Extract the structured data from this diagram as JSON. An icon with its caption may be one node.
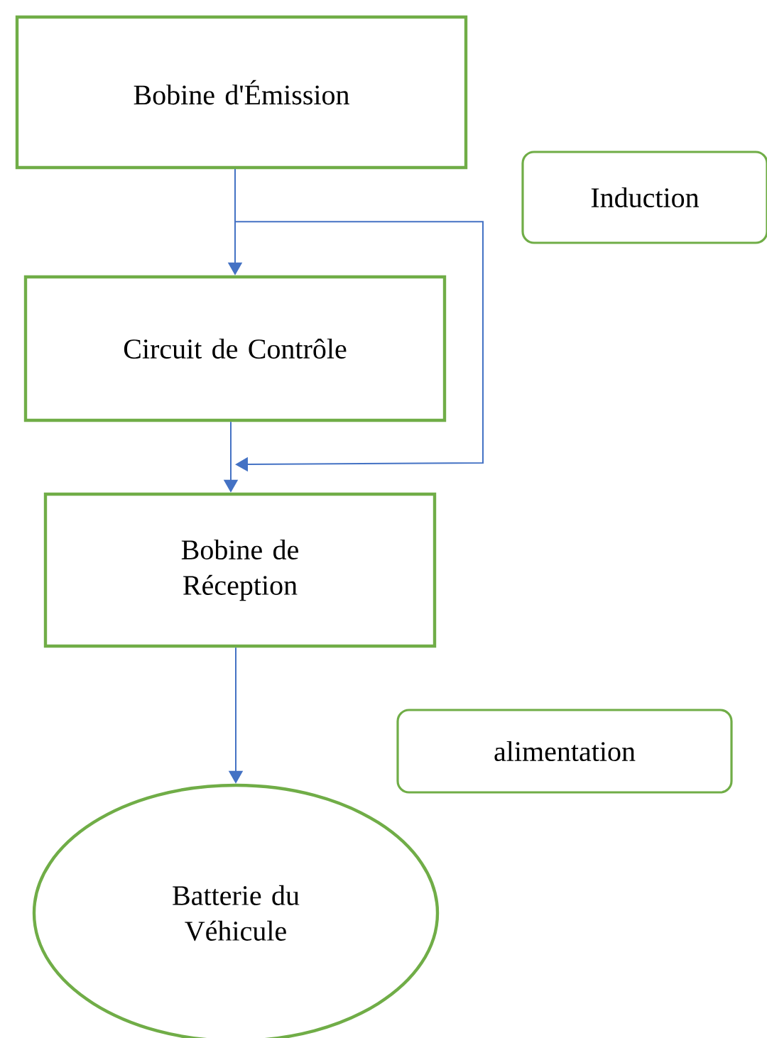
{
  "diagram": {
    "nodes": [
      {
        "text": [
          "Bobine d'Émission"
        ]
      },
      {
        "text": [
          "Induction"
        ]
      },
      {
        "text": [
          "Circuit de Contrôle"
        ]
      },
      {
        "text": [
          "Bobine de Réception"
        ]
      },
      {
        "text": [
          "alimentation"
        ]
      },
      {
        "text": [
          "Batterie du Véhicule"
        ]
      }
    ],
    "edges": [
      {
        "from": 0,
        "to": 2,
        "arrow": "to"
      },
      {
        "from": 0,
        "to": 3,
        "arrow": "to"
      },
      {
        "from": 2,
        "to": 3,
        "arrow": "to"
      },
      {
        "from": 3,
        "to": 5,
        "arrow": "to"
      }
    ]
  }
}
